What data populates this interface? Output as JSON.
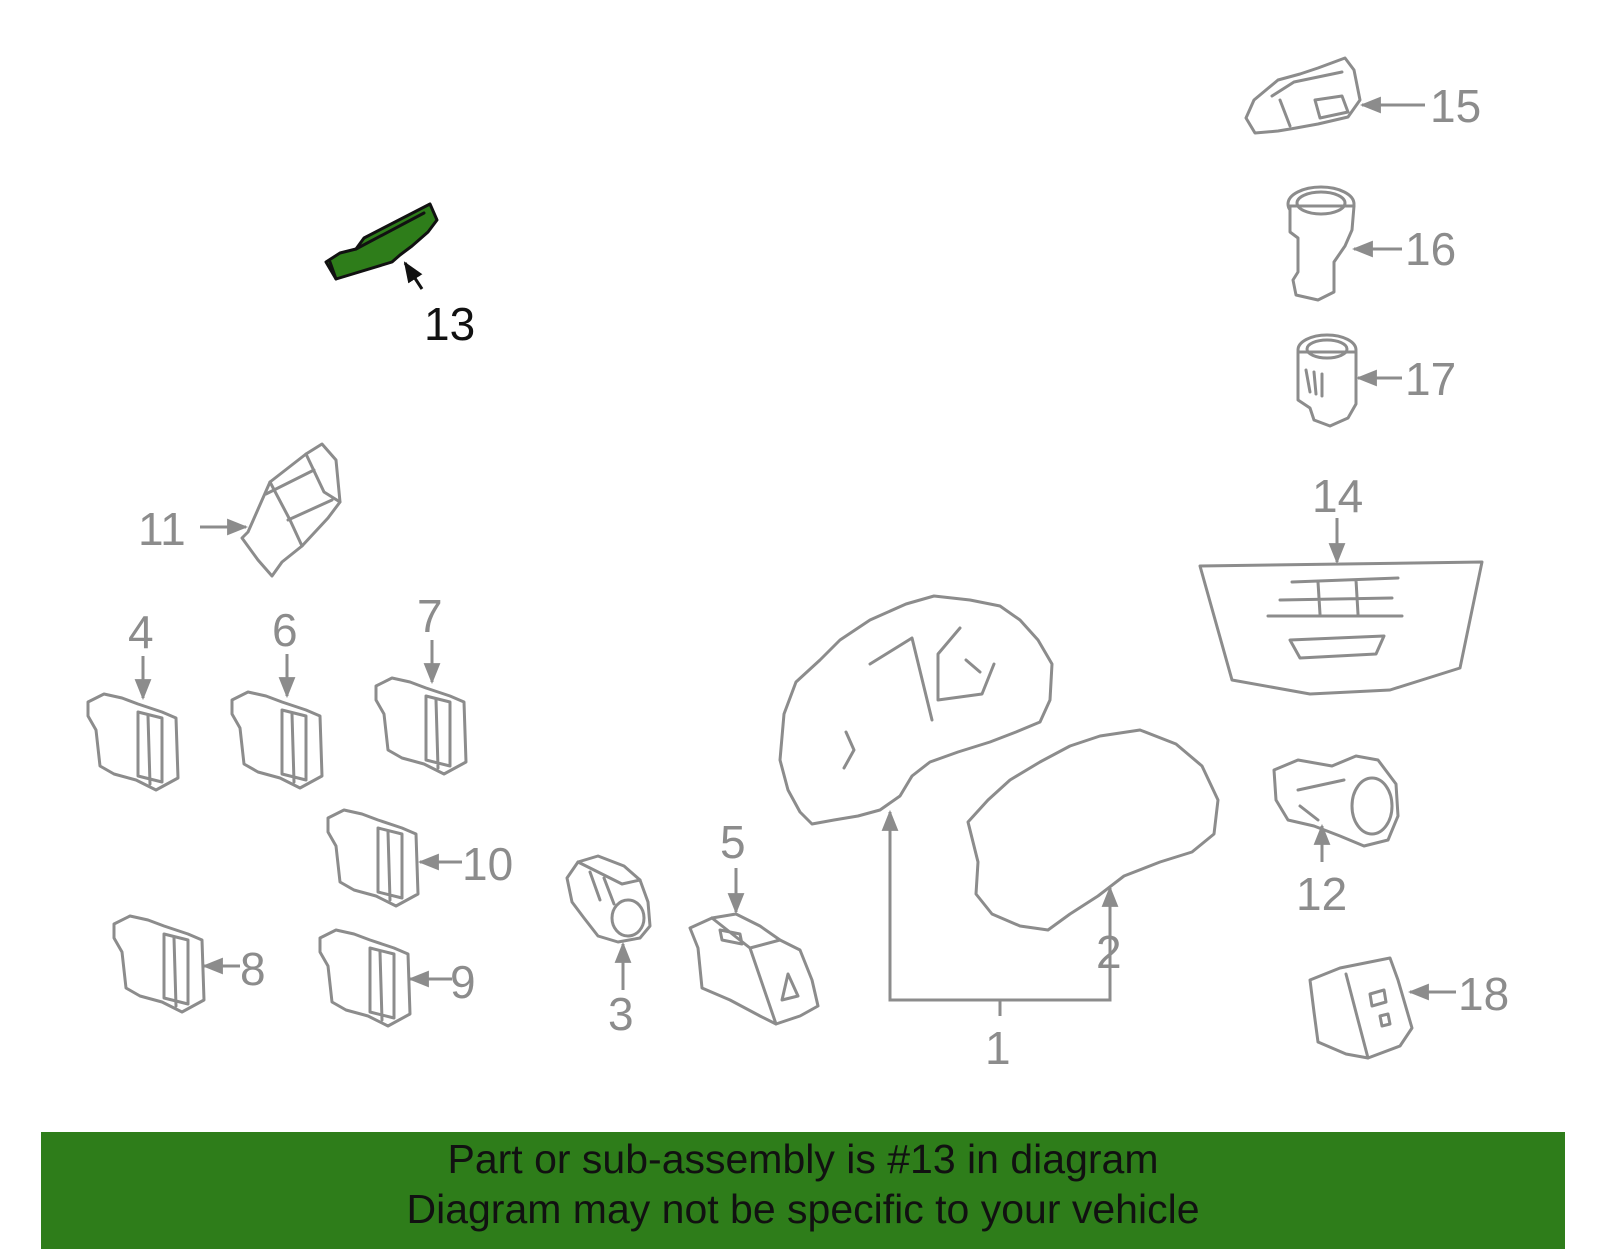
{
  "diagram": {
    "highlight_color": "#2e7d1a",
    "line_color": "#8c8c8c",
    "highlighted_part": "13",
    "callouts": [
      "1",
      "2",
      "3",
      "4",
      "5",
      "6",
      "7",
      "8",
      "9",
      "10",
      "11",
      "12",
      "13",
      "14",
      "15",
      "16",
      "17",
      "18"
    ]
  },
  "banner": {
    "background": "#2e7d1a",
    "line1": "Part or sub-assembly is #13 in diagram",
    "line2": "Diagram may not be specific to your vehicle"
  }
}
